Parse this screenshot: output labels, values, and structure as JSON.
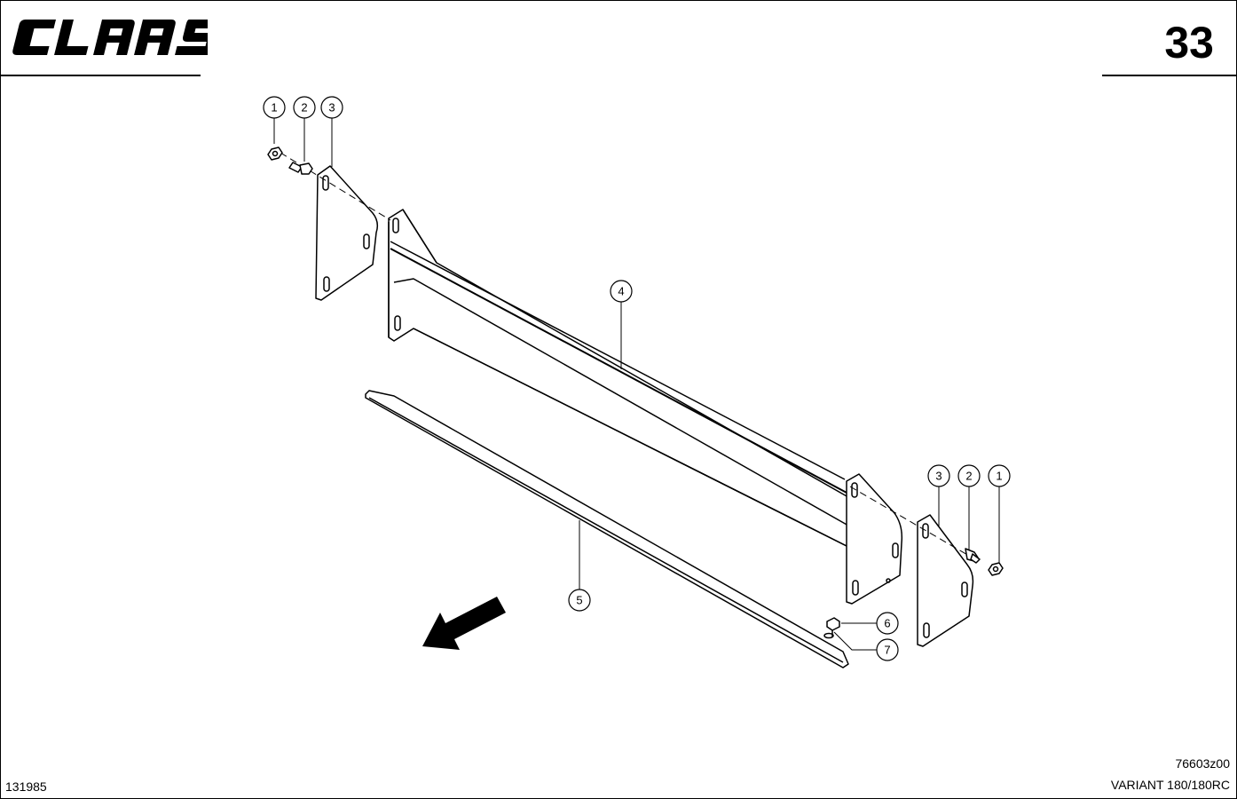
{
  "header": {
    "logo_text": "CLAAS",
    "page_number": "33"
  },
  "callouts": [
    "1",
    "2",
    "3",
    "4",
    "5",
    "6",
    "7"
  ],
  "footer": {
    "drawing_id": "131985",
    "figure_code": "76603z00",
    "model": "VARIANT 180/180RC"
  }
}
